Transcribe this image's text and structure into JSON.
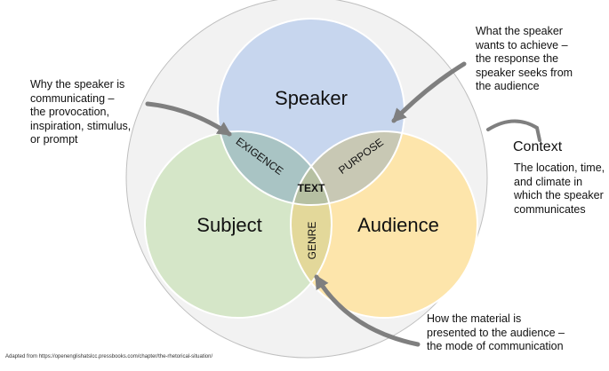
{
  "circles": {
    "speaker": "Speaker",
    "subject": "Subject",
    "audience": "Audience"
  },
  "overlaps": {
    "exigence": "EXIGENCE",
    "purpose": "PURPOSE",
    "genre": "GENRE",
    "text": "TEXT"
  },
  "context": {
    "title": "Context",
    "description": "The location, time,\nand climate in\nwhich the speaker\ncommunicates"
  },
  "annotations": {
    "exigence": "Why the speaker is\ncommunicating –\nthe provocation,\ninspiration, stimulus,\nor prompt",
    "purpose": "What the speaker\nwants to achieve –\nthe response the\nspeaker seeks from\nthe audience",
    "genre": "How the material is\npresented to the audience –\nthe mode of communication"
  },
  "credit": "Adapted from https://openenglishatslcc.pressbooks.com/chapter/the-rhetorical-situation/",
  "colors": {
    "context_fill": "#f2f2f2",
    "speaker_fill": "#c7d6ee",
    "subject_fill": "#d5e6c8",
    "audience_fill": "#fde5ab",
    "exigence_overlap": "#a9c4c4",
    "purpose_overlap": "#c8c8b4",
    "genre_overlap": "#e3d89a",
    "text_overlap": "#b6c0a2",
    "arrow": "#7f7f7f"
  }
}
